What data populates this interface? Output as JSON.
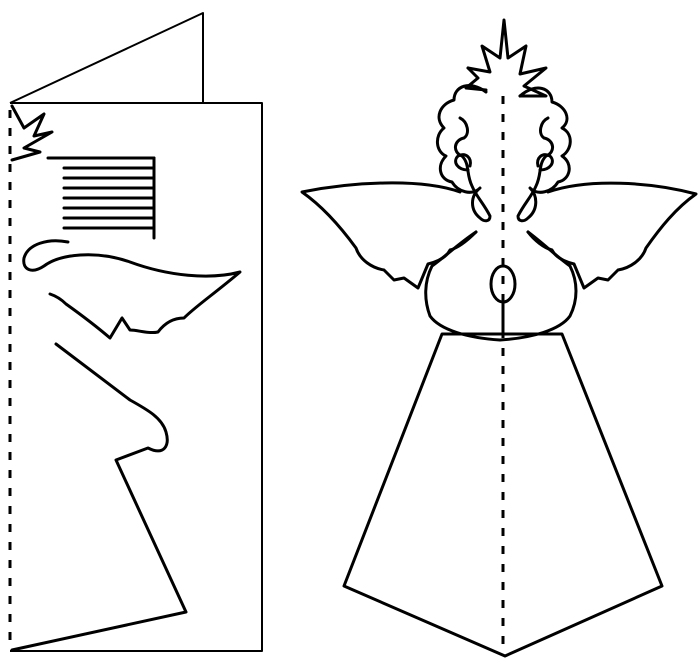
{
  "illustration": {
    "colors": {
      "ink": "#000000",
      "paper": "#ffffff"
    },
    "folded_template": {
      "fold_line": "dashed",
      "hair_stripe_count": 8
    },
    "finished_angel": {
      "fold_line": "dashed"
    }
  }
}
